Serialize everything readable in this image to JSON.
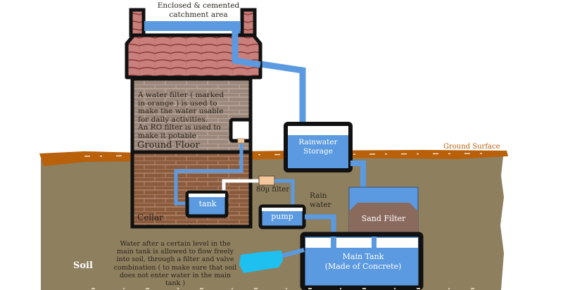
{
  "title_label": "Enclosed & cemented catchment area",
  "house": {
    "note": "A water filter ( marked in orange ) is used to make the water usable for daily activities.\nAn RO filter is used to make it potable",
    "ground_floor_label": "Ground Floor",
    "cellar_label": "Cellar",
    "tank_label": "tank"
  },
  "filter_label": "80µ filter",
  "pump_label": "pump",
  "rain_water_label": "Rain water",
  "rainwater_storage_label": "Rainwater Storage",
  "sand_filter_label": "Sand Filter",
  "main_tank_label": "Main Tank\n(Made of Concrete)",
  "ground_surface_label": "Ground Surface",
  "soil_label": "Soil",
  "overflow_note": "Water after a certain level in the main tank is allowed to flow freely into soil, through a filter and valve combination ( to make sure that soil does not enter water in the main tank )",
  "colors": {
    "water": "#5b9ae0",
    "soil": "#8e7f5f",
    "ground": "#b8600a",
    "roof": "#c87a78",
    "brick_upper": "#9a8478",
    "brick_lower": "#8a5a3c",
    "sand": "#8b6a5e",
    "filter": "#f4c79c",
    "overflow": "#1ec0f0"
  }
}
